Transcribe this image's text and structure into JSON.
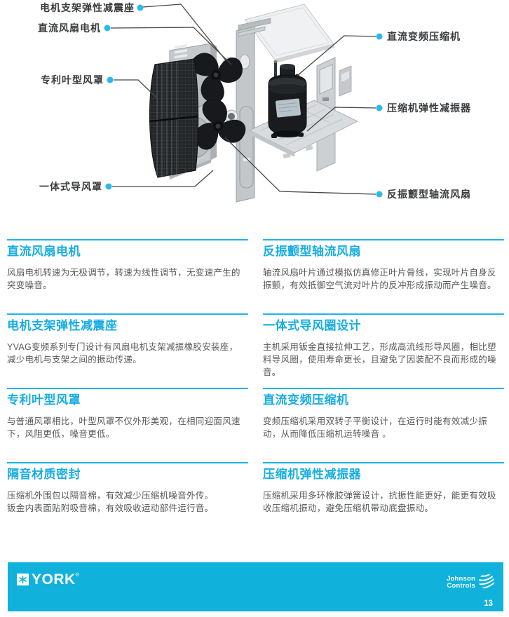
{
  "colors": {
    "accent_cyan": "#17ade3",
    "rule_cyan": "#1fb4e8",
    "callout_dot_cyan": "#2cb9ec",
    "footer_bar_cyan": "#10b2dc",
    "body_text": "#57585a"
  },
  "diagram": {
    "callouts": [
      {
        "text": "电机支架弹性减震座",
        "side": "left"
      },
      {
        "text": "直流风扇电机",
        "side": "left"
      },
      {
        "text": "专利叶型风罩",
        "side": "left"
      },
      {
        "text": "一体式导风罩",
        "side": "left"
      },
      {
        "text": "直流变频压缩机",
        "side": "right"
      },
      {
        "text": "压缩机弹性减振器",
        "side": "right"
      },
      {
        "text": "反振颤型轴流风扇",
        "side": "right"
      }
    ]
  },
  "features": {
    "items": [
      {
        "title": "直流风扇电机",
        "body": "风扇电机转速为无极调节，转速为线性调节，无变速产生的\n突变噪音。"
      },
      {
        "title": "反振颤型轴流风扇",
        "body": "轴流风扇叶片通过模拟仿真修正叶片骨线，实现叶片自身反\n振颤，有效抵御空气流对叶片的反冲形成振动而产生噪音。"
      },
      {
        "title": "电机支架弹性减震座",
        "body": "YVAG变频系列专门设计有风扇电机支架减振橡胶安装座，\n减少电机与支架之间的振动传递。"
      },
      {
        "title": "一体式导风圈设计",
        "body": "主机采用钣金直接拉伸工艺，形成高流线形导风圈，相比塑\n料导风圈，使用寿命更长，且避免了因装配不良而形成的噪\n音。"
      },
      {
        "title": "专利叶型风罩",
        "body": "与普通风罩相比，叶型风罩不仅外形美观，在相同迎面风速\n下，风阻更低，噪音更低。"
      },
      {
        "title": "直流变频压缩机",
        "body": "变频压缩机采用双转子平衡设计，在运行时能有效减少振\n动，从而降低压缩机运转噪音 。"
      },
      {
        "title": "隔音材质密封",
        "body": "压缩机外围包以隔音棉，有效减少压缩机噪音外传。\n钣金内表面贴附吸音棉，有效吸收运动部件运行音。"
      },
      {
        "title": "压缩机弹性减振器",
        "body": "压缩机采用多环橡胶弹簧设计，抗振性能更好，能更有效吸\n收压缩机振动，避免压缩机带动底盘振动。"
      }
    ]
  },
  "footer": {
    "york_wordmark": "YORK",
    "registered_mark": "®",
    "johnson_line1": "Johnson",
    "johnson_line2": "Controls",
    "page_number": "13"
  }
}
